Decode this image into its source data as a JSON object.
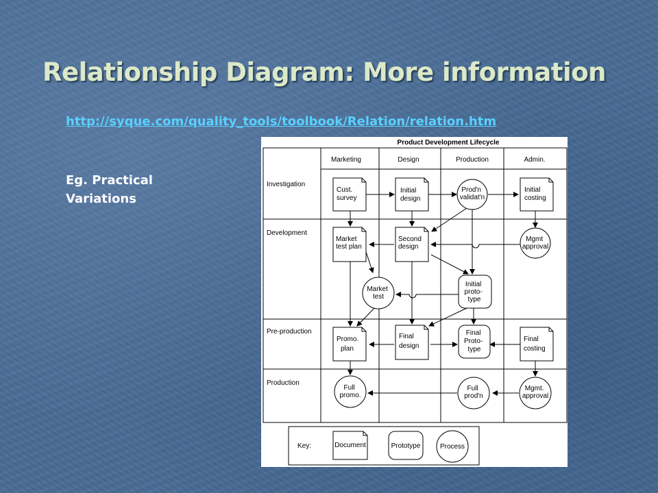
{
  "slide": {
    "title": "Relationship Diagram: More information",
    "link": "http://syque.com/quality_tools/toolbook/Relation/relation.htm",
    "note": "Eg. Practical Variations"
  },
  "diagram": {
    "title": "Product Development Lifecycle",
    "columns": [
      "Marketing",
      "Design",
      "Production",
      "Admin."
    ],
    "rows": [
      "Investigation",
      "Development",
      "Pre-production",
      "Production"
    ],
    "nodes": {
      "cust_survey": [
        "Cust.",
        "survey"
      ],
      "initial_design": [
        "Initial",
        "design"
      ],
      "prodn_validatn": [
        "Prod'n",
        "validat'n"
      ],
      "initial_costing": [
        "Initial",
        "costing"
      ],
      "market_test_plan": [
        "Market",
        "test plan"
      ],
      "second_design": [
        "Second",
        "design"
      ],
      "mgmt_approval": [
        "Mgmt",
        "approval"
      ],
      "market_test": [
        "Market",
        "test"
      ],
      "initial_prototype": [
        "Initial",
        "proto-",
        "type"
      ],
      "promo_plan": [
        "Promo.",
        "plan"
      ],
      "final_design": [
        "Final",
        "design"
      ],
      "final_prototype": [
        "Final",
        "Proto-",
        "type"
      ],
      "final_costing": [
        "Final",
        "costing"
      ],
      "full_promo": [
        "Full",
        "promo."
      ],
      "full_prodn": [
        "Full",
        "prod'n"
      ],
      "mgmt_approval_2": [
        "Mgmt.",
        "approval"
      ]
    },
    "key": {
      "label": "Key:",
      "document": "Document",
      "prototype": "Prototype",
      "process": "Process"
    }
  }
}
